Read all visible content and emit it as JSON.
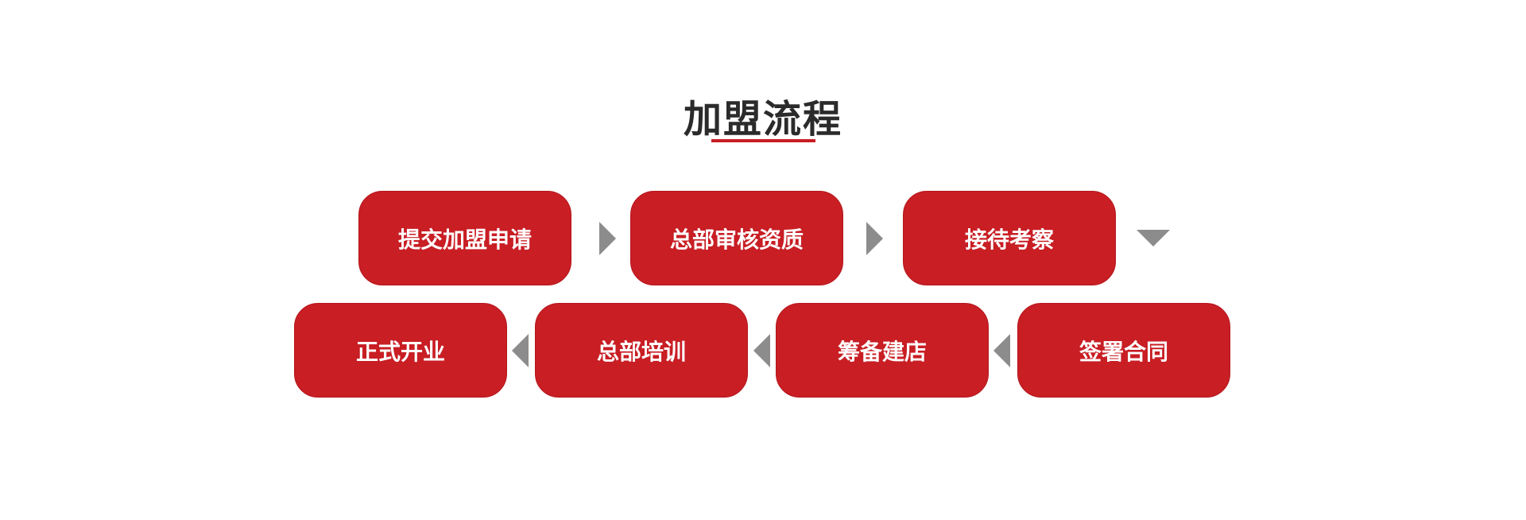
{
  "title": "加盟流程",
  "steps": [
    {
      "label": "提交加盟申请"
    },
    {
      "label": "总部审核资质"
    },
    {
      "label": "接待考察"
    },
    {
      "label": "签署合同"
    },
    {
      "label": "筹备建店"
    },
    {
      "label": "总部培训"
    },
    {
      "label": "正式开业"
    }
  ],
  "colors": {
    "accent": "#c81e24",
    "arrow": "#8c8c8c"
  }
}
